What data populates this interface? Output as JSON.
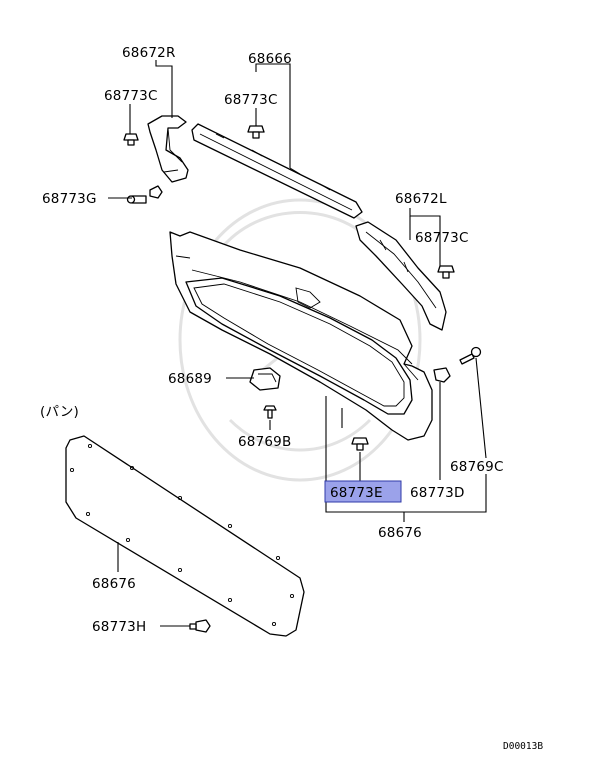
{
  "diagram": {
    "labels": {
      "p68672R": "68672R",
      "p68773C_left": "68773C",
      "p68666": "68666",
      "p68773C_top": "68773C",
      "p68773G": "68773G",
      "p68672L": "68672L",
      "p68773C_right": "68773C",
      "p68689": "68689",
      "p68769B": "68769B",
      "pan": "(パン)",
      "p68769C": "68769C",
      "p68773E": "68773E",
      "p68773D": "68773D",
      "p68676_top": "68676",
      "p68676_left": "68676",
      "p68773H": "68773H"
    },
    "highlighted_part": "68773E",
    "highlight_color": "#9ba2ea",
    "drawing_code": "D00013B"
  }
}
